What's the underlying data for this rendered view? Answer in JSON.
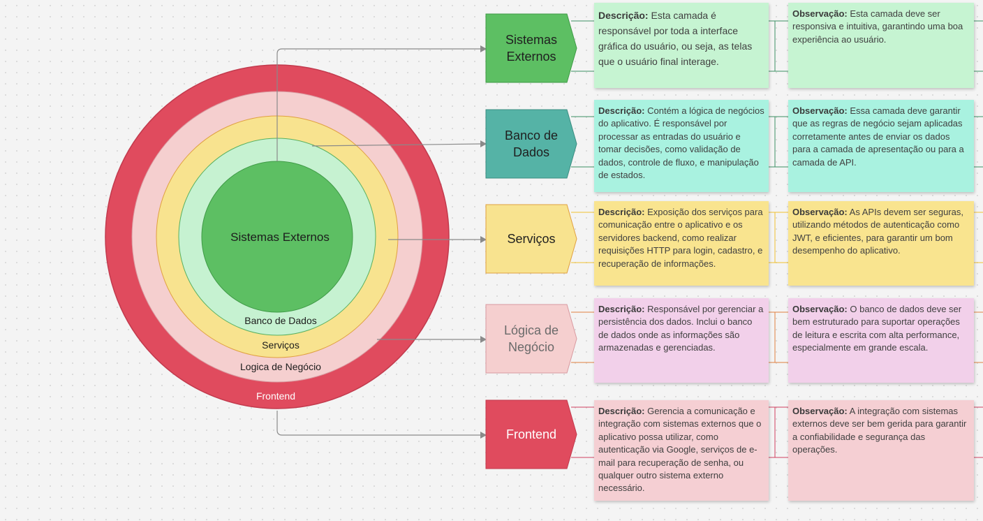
{
  "diagram": {
    "rings": [
      {
        "name": "Frontend",
        "color": "#e04b5e",
        "label_color": "#ffffff"
      },
      {
        "name": "Logica de Negócio",
        "color": "#f5cfcf",
        "label_color": "#1c1c1c"
      },
      {
        "name": "Serviços",
        "color": "#f8e38f",
        "label_color": "#1c1c1c"
      },
      {
        "name": "Banco de Dados",
        "color": "#c6f2d1",
        "label_color": "#1c1c1c"
      },
      {
        "name": "Sistemas Externos",
        "color": "#5dbf63",
        "label_color": "#1c1c1c"
      }
    ],
    "layers": [
      {
        "label": "Sistemas Externos",
        "shape_color": "#5dbf63",
        "text_color": "#1f1f1f",
        "card_color": "#c6f4d2",
        "desc_title": "Descrição:",
        "desc_text": "Esta camada é responsável por toda a interface gráfica do usuário, ou seja, as telas que o usuário final interage.",
        "obs_title": "Observação:",
        "obs_text": "Esta camada deve ser responsiva e intuitiva, garantindo uma boa experiência ao usuário."
      },
      {
        "label": "Banco de Dados",
        "shape_color": "#55b3a6",
        "text_color": "#1f1f1f",
        "card_color": "#a9f2e0",
        "desc_title": "Descrição:",
        "desc_text": "Contém a lógica de negócios do aplicativo. É responsável por processar as entradas do usuário e tomar decisões, como validação de dados, controle de fluxo, e manipulação de estados.",
        "obs_title": "Observação:",
        "obs_text": "Essa camada deve garantir que as regras de negócio sejam aplicadas corretamente antes de enviar os dados para a camada de apresentação ou para a camada de API."
      },
      {
        "label": "Serviços",
        "shape_color": "#f8e38f",
        "text_color": "#1f1f1f",
        "card_color": "#f9e48f",
        "desc_title": "Descrição:",
        "desc_text": "Exposição dos serviços para comunicação entre o aplicativo e os servidores backend, como realizar requisições HTTP para login, cadastro, e recuperação de informações.",
        "obs_title": "Observação:",
        "obs_text": "As APIs devem ser seguras, utilizando métodos de autenticação como JWT, e eficientes, para garantir um bom desempenho do aplicativo."
      },
      {
        "label": "Lógica de Negócio",
        "shape_color": "#f5cfcf",
        "text_color": "#6a6a6a",
        "card_color": "#f2d0ea",
        "desc_title": "Descrição:",
        "desc_text": "Responsável por gerenciar a persistência dos dados. Inclui o banco de dados onde as informações são armazenadas e gerenciadas.",
        "obs_title": "Observação:",
        "obs_text": "O banco de dados deve ser bem estruturado para suportar operações de leitura e escrita com alta performance, especialmente em grande escala."
      },
      {
        "label": "Frontend",
        "shape_color": "#e04b5e",
        "text_color": "#ffffff",
        "card_color": "#f5cfd3",
        "desc_title": "Descrição:",
        "desc_text": "Gerencia a comunicação e integração com sistemas externos que o aplicativo possa utilizar, como autenticação via Google, serviços de e-mail para recuperação de senha, ou qualquer outro sistema externo necessário.",
        "obs_title": "Observação:",
        "obs_text": "A integração com sistemas externos deve ser bem gerida para garantir a confiabilidade e segurança das operações."
      }
    ]
  }
}
